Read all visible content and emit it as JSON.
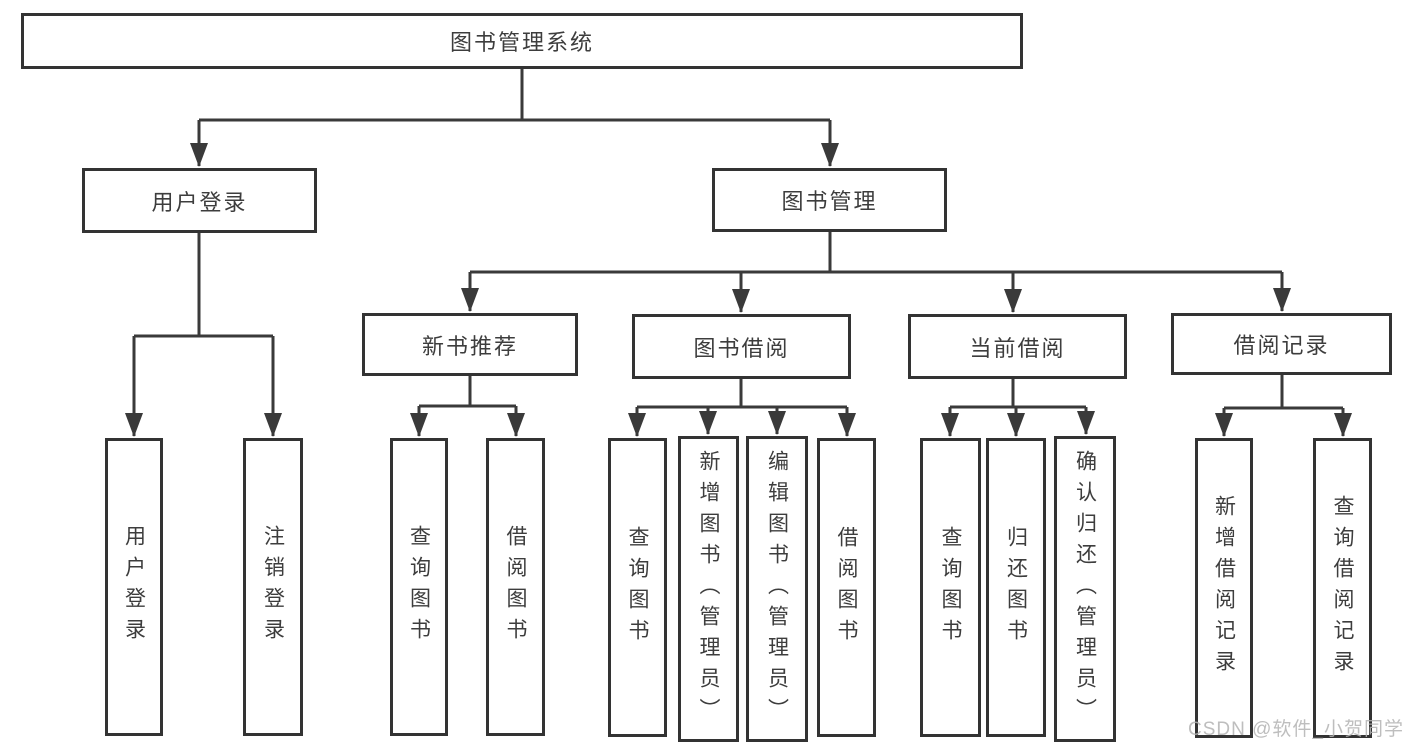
{
  "nodes": {
    "root": "图书管理系统",
    "user_login": "用户登录",
    "book_mgmt": "图书管理",
    "new_book_rec": "新书推荐",
    "book_borrow": "图书借阅",
    "current_borrow": "当前借阅",
    "borrow_record": "借阅记录",
    "leaf_user_login": "用户登录",
    "leaf_logout": "注销登录",
    "leaf_query_books_1": "查询图书",
    "leaf_borrow_books_1": "借阅图书",
    "leaf_query_books_2": "查询图书",
    "leaf_add_books": "新增图书（管理员）",
    "leaf_edit_books": "编辑图书（管理员）",
    "leaf_borrow_books_2": "借阅图书",
    "leaf_query_books_3": "查询图书",
    "leaf_return_books": "归还图书",
    "leaf_confirm_return": "确认归还（管理员）",
    "leaf_add_borrow_record": "新增借阅记录",
    "leaf_query_borrow_record": "查询借阅记录"
  },
  "hierarchy": {
    "图书管理系统": {
      "用户登录": [
        "用户登录",
        "注销登录"
      ],
      "图书管理": {
        "新书推荐": [
          "查询图书",
          "借阅图书"
        ],
        "图书借阅": [
          "查询图书",
          "新增图书（管理员）",
          "编辑图书（管理员）",
          "借阅图书"
        ],
        "当前借阅": [
          "查询图书",
          "归还图书",
          "确认归还（管理员）"
        ],
        "借阅记录": [
          "新增借阅记录",
          "查询借阅记录"
        ]
      }
    }
  },
  "watermark": "CSDN @软件_小贺同学",
  "colors": {
    "line": "#3a3a3a",
    "border": "#333333",
    "text": "#3d3d3d",
    "watermark": "#b3b3b3",
    "background": "#ffffff"
  }
}
